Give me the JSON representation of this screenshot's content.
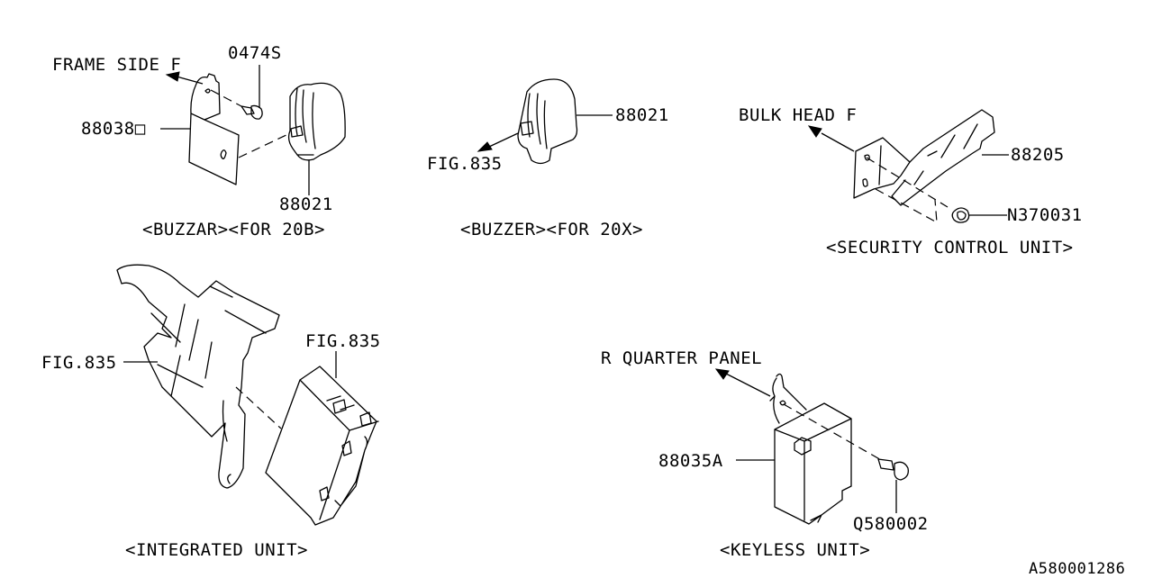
{
  "diagram_id": "A580001286",
  "colors": {
    "line": "#000000",
    "background": "#ffffff"
  },
  "groups": [
    {
      "title": "<BUZZAR><FOR 20B>",
      "labels": {
        "frame_side": "FRAME SIDE F",
        "screw": "0474S",
        "bracket": "88038□",
        "buzzer": "88021"
      }
    },
    {
      "title": "<BUZZER><FOR 20X>",
      "labels": {
        "buzzer": "88021",
        "fig": "FIG.835"
      }
    },
    {
      "title": "<SECURITY CONTROL UNIT>",
      "labels": {
        "bulk_head": "BULK HEAD F",
        "unit": "88205",
        "nut": "N370031"
      }
    },
    {
      "title": "<INTEGRATED UNIT>",
      "labels": {
        "fig_bracket": "FIG.835",
        "fig_unit": "FIG.835"
      }
    },
    {
      "title": "<KEYLESS UNIT>",
      "labels": {
        "panel": "R QUARTER PANEL",
        "unit": "88035A",
        "bolt": "Q580002"
      }
    }
  ]
}
